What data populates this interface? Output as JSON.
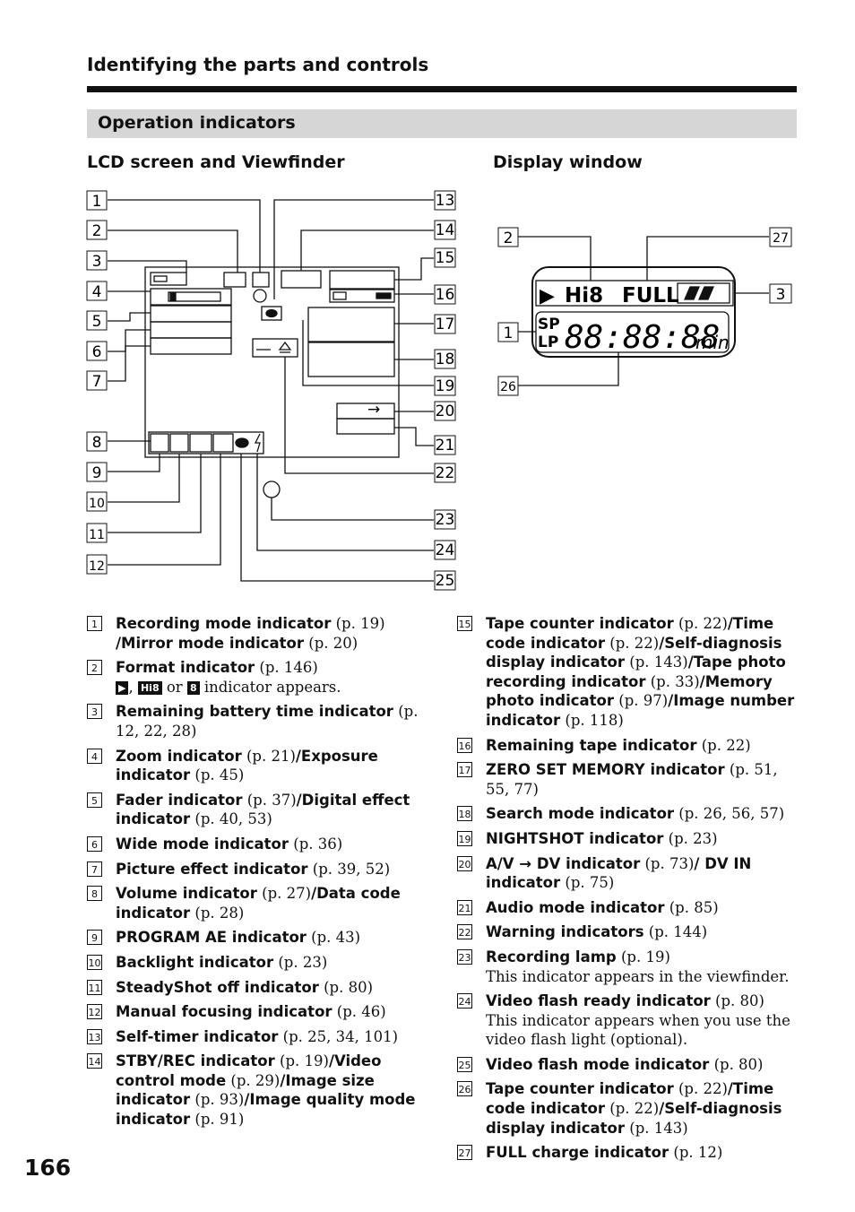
{
  "header": {
    "section_title": "Identifying the parts and controls",
    "band_title": "Operation indicators"
  },
  "left_heading": "LCD screen and Viewfinder",
  "right_heading": "Display window",
  "lcd_diagram": {
    "left_callouts": [
      "1",
      "2",
      "3",
      "4",
      "5",
      "6",
      "7",
      "8",
      "9",
      "10",
      "11",
      "12"
    ],
    "right_callouts": [
      "13",
      "14",
      "15",
      "16",
      "17",
      "18",
      "19",
      "20",
      "21",
      "22",
      "23",
      "24",
      "25"
    ],
    "arrow_glyph": "→"
  },
  "display_window": {
    "callouts": [
      "2",
      "27",
      "3",
      "1",
      "26"
    ],
    "format_text": "Hi8",
    "full_text": "FULL",
    "sp_text": "SP",
    "lp_text": "LP",
    "counter_text": "88:88:88",
    "min_text": "min"
  },
  "items_left": [
    {
      "num": "1",
      "parts": [
        {
          "b": "Recording mode indicator"
        },
        {
          "t": " (p. 19) "
        },
        {
          "b": "/Mirror mode indicator"
        },
        {
          "t": " (p. 20)"
        }
      ]
    },
    {
      "num": "2",
      "parts": [
        {
          "b": "Format indicator"
        },
        {
          "t": " (p. 146)"
        }
      ],
      "note": "indicator appears.",
      "note_or": "or"
    },
    {
      "num": "3",
      "parts": [
        {
          "b": "Remaining battery time indicator"
        },
        {
          "t": " (p. 12, 22, 28)"
        }
      ]
    },
    {
      "num": "4",
      "parts": [
        {
          "b": "Zoom indicator"
        },
        {
          "t": " (p. 21)"
        },
        {
          "b": "/Exposure indicator"
        },
        {
          "t": " (p. 45)"
        }
      ]
    },
    {
      "num": "5",
      "parts": [
        {
          "b": "Fader indicator"
        },
        {
          "t": " (p. 37)"
        },
        {
          "b": "/Digital effect indicator"
        },
        {
          "t": " (p. 40, 53)"
        }
      ]
    },
    {
      "num": "6",
      "parts": [
        {
          "b": "Wide mode indicator"
        },
        {
          "t": " (p. 36)"
        }
      ]
    },
    {
      "num": "7",
      "parts": [
        {
          "b": "Picture effect indicator"
        },
        {
          "t": " (p. 39, 52)"
        }
      ]
    },
    {
      "num": "8",
      "parts": [
        {
          "b": "Volume indicator"
        },
        {
          "t": " (p. 27)"
        },
        {
          "b": "/Data code indicator"
        },
        {
          "t": " (p. 28)"
        }
      ]
    },
    {
      "num": "9",
      "parts": [
        {
          "b": "PROGRAM AE indicator"
        },
        {
          "t": " (p. 43)"
        }
      ]
    },
    {
      "num": "10",
      "parts": [
        {
          "b": "Backlight indicator"
        },
        {
          "t": " (p. 23)"
        }
      ]
    },
    {
      "num": "11",
      "parts": [
        {
          "b": "SteadyShot off indicator"
        },
        {
          "t": " (p. 80)"
        }
      ]
    },
    {
      "num": "12",
      "parts": [
        {
          "b": "Manual focusing indicator"
        },
        {
          "t": " (p. 46)"
        }
      ]
    },
    {
      "num": "13",
      "parts": [
        {
          "b": "Self-timer indicator"
        },
        {
          "t": " (p. 25, 34, 101)"
        }
      ]
    },
    {
      "num": "14",
      "parts": [
        {
          "b": "STBY/REC indicator"
        },
        {
          "t": " (p. 19)"
        },
        {
          "b": "/Video control mode"
        },
        {
          "t": " (p. 29)"
        },
        {
          "b": "/Image size indicator"
        },
        {
          "t": " (p. 93)"
        },
        {
          "b": "/Image quality mode indicator"
        },
        {
          "t": " (p. 91)"
        }
      ]
    }
  ],
  "items_right": [
    {
      "num": "15",
      "parts": [
        {
          "b": "Tape counter indicator"
        },
        {
          "t": " (p. 22)"
        },
        {
          "b": "/Time code indicator"
        },
        {
          "t": " (p. 22)"
        },
        {
          "b": "/Self-diagnosis display  indicator"
        },
        {
          "t": " (p. 143)"
        },
        {
          "b": "/Tape photo recording indicator"
        },
        {
          "t": " (p. 33)"
        },
        {
          "b": "/Memory photo indicator"
        },
        {
          "t": " (p. 97)"
        },
        {
          "b": "/Image number indicator"
        },
        {
          "t": " (p. 118)"
        }
      ]
    },
    {
      "num": "16",
      "parts": [
        {
          "b": "Remaining tape indicator"
        },
        {
          "t": " (p. 22)"
        }
      ]
    },
    {
      "num": "17",
      "parts": [
        {
          "b": "ZERO SET MEMORY indicator"
        },
        {
          "t": " (p. 51, 55, 77)"
        }
      ]
    },
    {
      "num": "18",
      "parts": [
        {
          "b": "Search mode indicator"
        },
        {
          "t": " (p. 26, 56, 57)"
        }
      ]
    },
    {
      "num": "19",
      "parts": [
        {
          "b": "NIGHTSHOT indicator"
        },
        {
          "t": " (p. 23)"
        }
      ]
    },
    {
      "num": "20",
      "parts": [
        {
          "b": "A/V → DV indicator"
        },
        {
          "t": " (p. 73)"
        },
        {
          "b": "/ DV IN indicator"
        },
        {
          "t": " (p. 75)"
        }
      ]
    },
    {
      "num": "21",
      "parts": [
        {
          "b": "Audio mode indicator"
        },
        {
          "t": " (p. 85)"
        }
      ]
    },
    {
      "num": "22",
      "parts": [
        {
          "b": "Warning indicators"
        },
        {
          "t": " (p. 144)"
        }
      ]
    },
    {
      "num": "23",
      "parts": [
        {
          "b": "Recording lamp"
        },
        {
          "t": " (p. 19)"
        }
      ],
      "note": "This indicator appears in the viewfinder."
    },
    {
      "num": "24",
      "parts": [
        {
          "b": "Video flash ready indicator"
        },
        {
          "t": " (p. 80)"
        }
      ],
      "note": "This indicator appears when you use the video flash light (optional)."
    },
    {
      "num": "25",
      "parts": [
        {
          "b": "Video flash mode indicator"
        },
        {
          "t": " (p. 80)"
        }
      ]
    },
    {
      "num": "26",
      "parts": [
        {
          "b": "Tape counter indicator"
        },
        {
          "t": " (p. 22)"
        },
        {
          "b": "/Time code indicator"
        },
        {
          "t": " (p. 22)"
        },
        {
          "b": "/Self-diagnosis display indicator"
        },
        {
          "t": " (p. 143)"
        }
      ]
    },
    {
      "num": "27",
      "parts": [
        {
          "b": "FULL charge indicator"
        },
        {
          "t": " (p. 12)"
        }
      ]
    }
  ],
  "page_number": "166"
}
